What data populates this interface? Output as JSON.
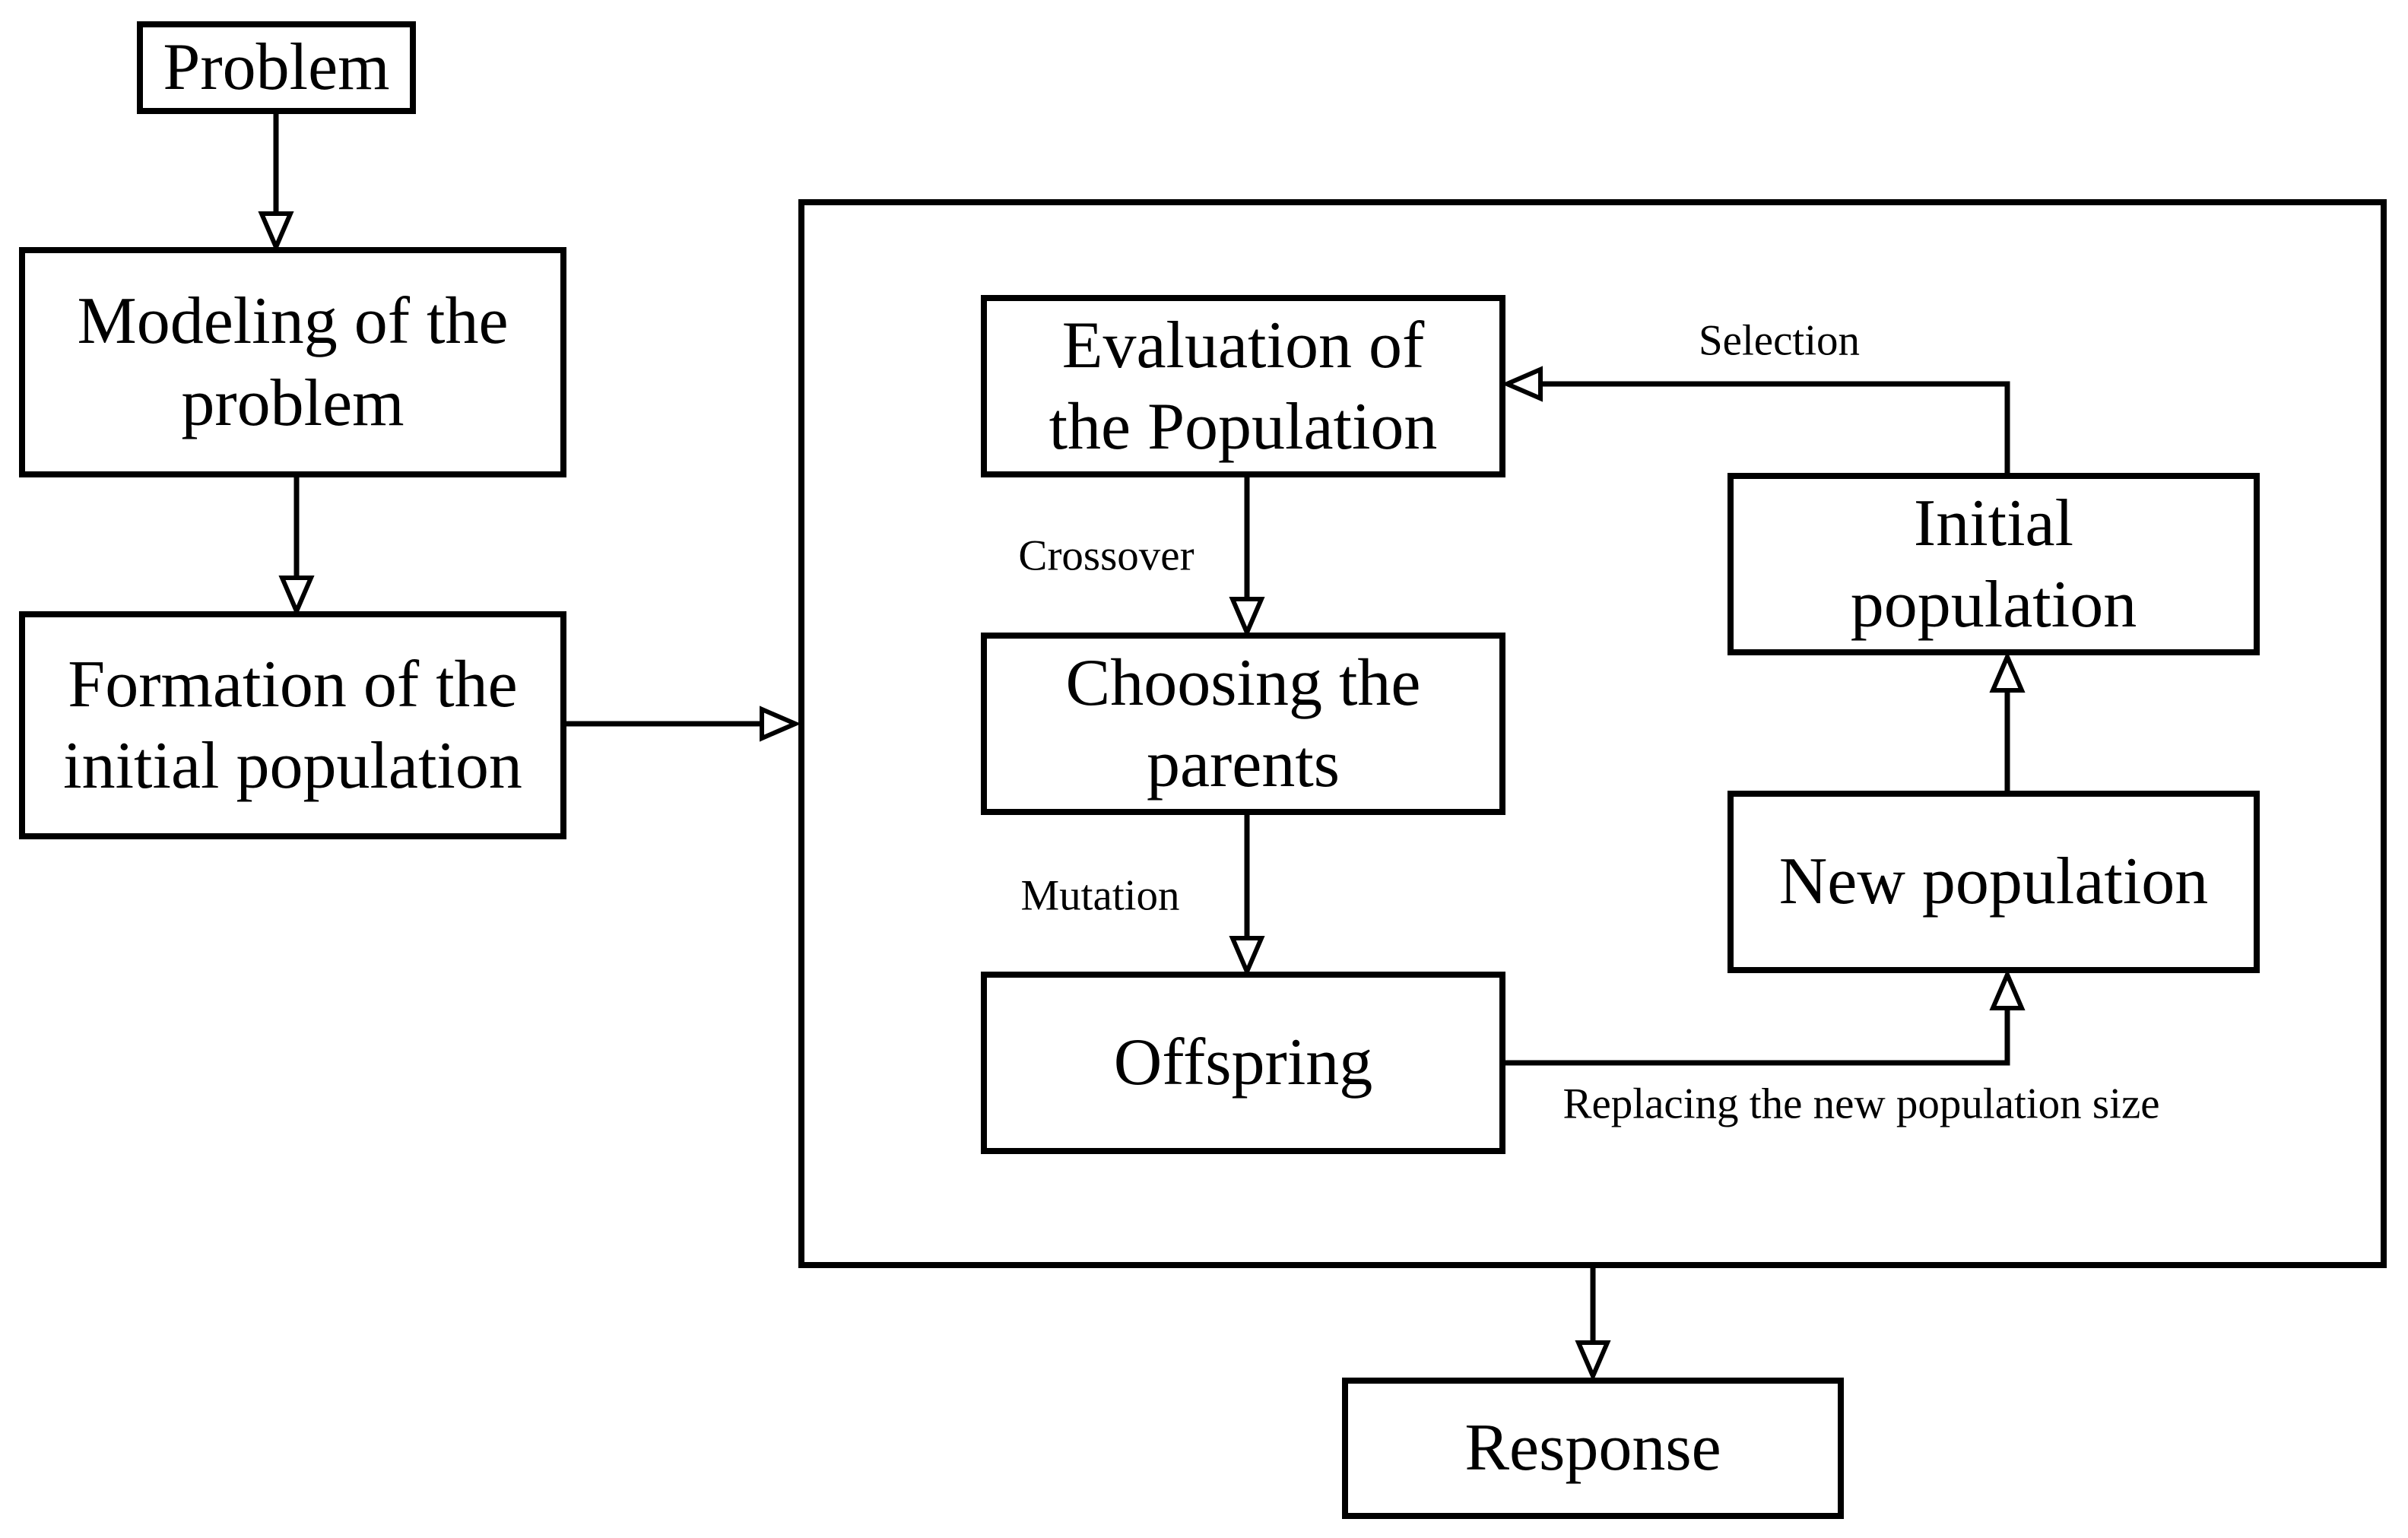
{
  "colors": {
    "line": "#000000",
    "background": "#ffffff"
  },
  "nodes": {
    "problem": {
      "label": "Problem"
    },
    "modeling": {
      "lines": [
        "Modeling of the",
        "problem"
      ]
    },
    "formation": {
      "lines": [
        "Formation of the",
        "initial population"
      ]
    },
    "evaluation": {
      "lines": [
        "Evaluation of",
        "the Population"
      ]
    },
    "choosing": {
      "lines": [
        "Choosing the",
        "parents"
      ]
    },
    "offspring": {
      "label": "Offspring"
    },
    "initial_population": {
      "lines": [
        "Initial",
        "population"
      ]
    },
    "new_population": {
      "label": "New population"
    },
    "response": {
      "label": "Response"
    }
  },
  "edge_labels": {
    "selection": "Selection",
    "crossover": "Crossover",
    "mutation": "Mutation",
    "replacing": "Replacing the new population size"
  }
}
